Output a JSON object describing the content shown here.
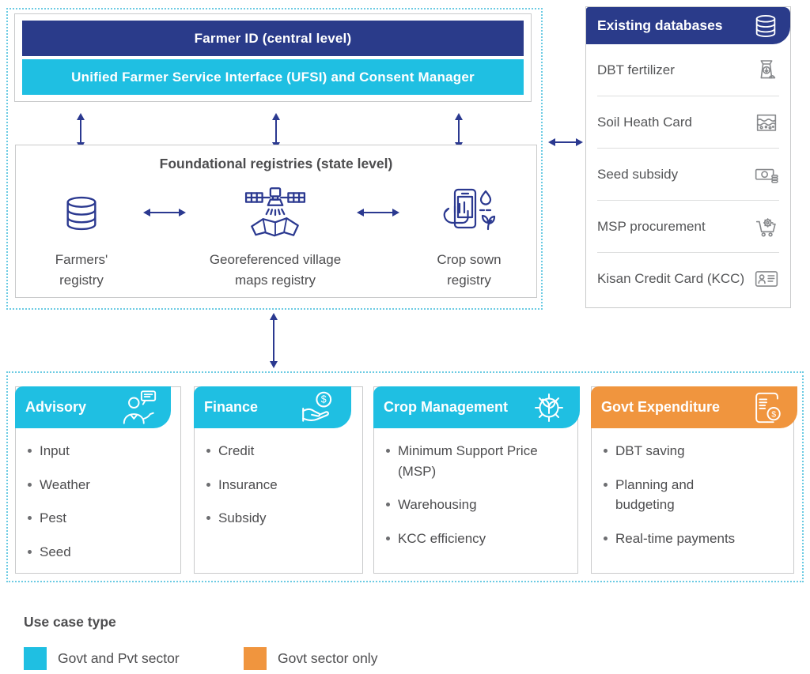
{
  "colors": {
    "navy": "#2B3990",
    "dark_blue_bar": "#2A3B8A",
    "cyan": "#1FBFE2",
    "orange": "#F0953E",
    "text_gray": "#4D4D4F",
    "panel_border": "#C9CACB",
    "dashed_border": "#6CCBE3",
    "icon_gray": "#87898C"
  },
  "central": {
    "farmer_id": "Farmer ID (central level)",
    "ufsi": "Unified Farmer Service Interface (UFSI) and Consent Manager"
  },
  "foundational": {
    "title": "Foundational registries (state level)",
    "registries": [
      {
        "label": "Farmers' registry",
        "icon": "database-icon"
      },
      {
        "label": "Georeferenced village maps registry",
        "icon": "satellite-map-icon"
      },
      {
        "label": "Crop sown registry",
        "icon": "phone-crop-icon"
      }
    ]
  },
  "existing_databases": {
    "title": "Existing databases",
    "icon": "database-icon",
    "items": [
      {
        "label": "DBT fertilizer",
        "icon": "fertilizer-bag-icon"
      },
      {
        "label": "Soil Heath Card",
        "icon": "soil-layers-icon"
      },
      {
        "label": "Seed subsidy",
        "icon": "banknote-coins-icon"
      },
      {
        "label": "MSP procurement",
        "icon": "cart-gear-icon"
      },
      {
        "label": "Kisan Credit Card (KCC)",
        "icon": "id-card-icon"
      }
    ]
  },
  "use_cases": [
    {
      "title": "Advisory",
      "color": "#1FBFE2",
      "icon": "advisor-person-icon",
      "items": [
        "Input",
        "Weather",
        "Pest",
        "Seed"
      ]
    },
    {
      "title": "Finance",
      "color": "#1FBFE2",
      "icon": "hand-dollar-icon",
      "items": [
        "Credit",
        "Insurance",
        "Subsidy"
      ]
    },
    {
      "title": "Crop Management",
      "color": "#1FBFE2",
      "icon": "gear-plant-icon",
      "items": [
        "Minimum Support Price (MSP)",
        "Warehousing",
        "KCC efficiency"
      ]
    },
    {
      "title": "Govt Expenditure",
      "color": "#F0953E",
      "icon": "scroll-dollar-icon",
      "items": [
        "DBT saving",
        "Planning and budgeting",
        "Real-time payments"
      ]
    }
  ],
  "legend": {
    "title": "Use case type",
    "entries": [
      {
        "label": "Govt and Pvt sector",
        "color": "#1FBFE2"
      },
      {
        "label": "Govt sector only",
        "color": "#F0953E"
      }
    ]
  }
}
